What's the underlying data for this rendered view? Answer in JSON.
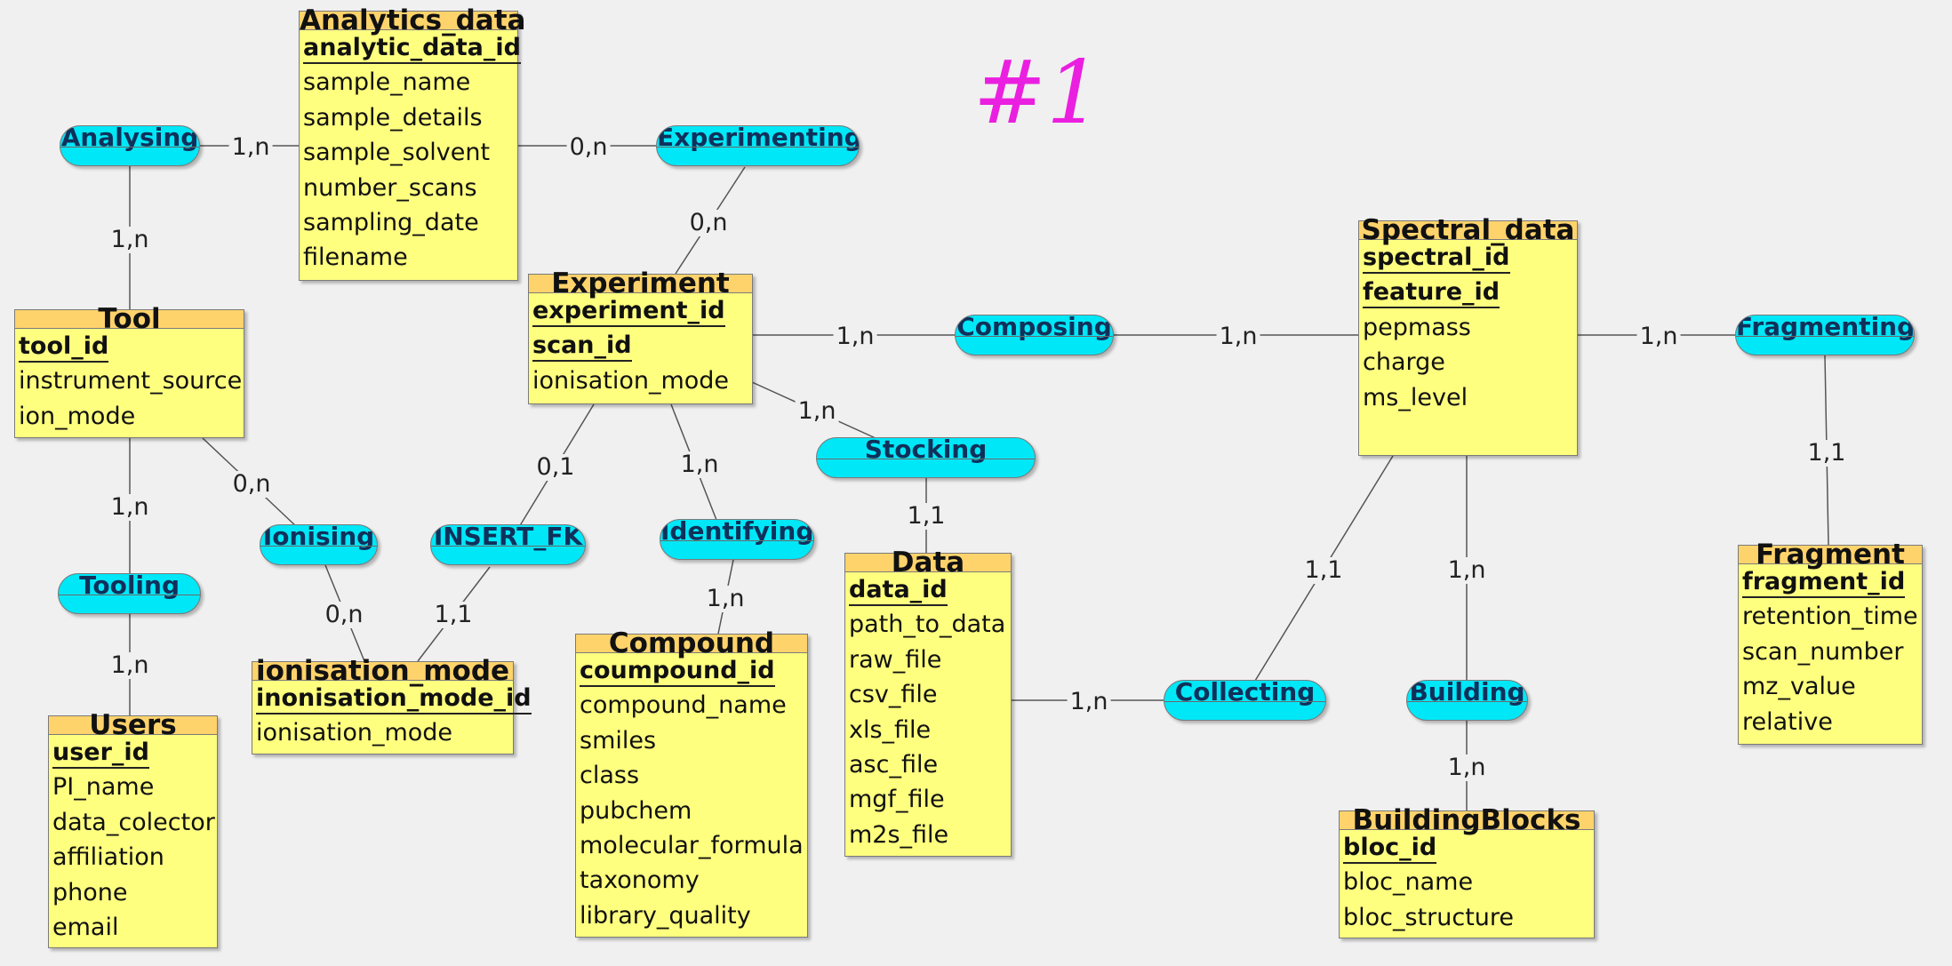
{
  "annotation": "#1",
  "entities": {
    "analytics_data": {
      "title": "Analytics_data",
      "keys": [
        "analytic_data_id"
      ],
      "attrs": [
        "sample_name",
        "sample_details",
        "sample_solvent",
        "number_scans",
        "sampling_date",
        "filename"
      ]
    },
    "experiment": {
      "title": "Experiment",
      "keys": [
        "experiment_id",
        "scan_id"
      ],
      "attrs": [
        "ionisation_mode"
      ]
    },
    "tool": {
      "title": "Tool",
      "keys": [
        "tool_id"
      ],
      "attrs": [
        "instrument_source",
        "ion_mode"
      ]
    },
    "users": {
      "title": "Users",
      "keys": [
        "user_id"
      ],
      "attrs": [
        "PI_name",
        "data_colector",
        "affiliation",
        "phone",
        "email"
      ]
    },
    "ionisation_mode": {
      "title": "ionisation_mode",
      "keys": [
        "inonisation_mode_id"
      ],
      "attrs": [
        "ionisation_mode"
      ]
    },
    "compound": {
      "title": "Compound",
      "keys": [
        "coumpound_id"
      ],
      "attrs": [
        "compound_name",
        "smiles",
        "class",
        "pubchem",
        "molecular_formula",
        "taxonomy",
        "library_quality"
      ]
    },
    "data": {
      "title": "Data",
      "keys": [
        "data_id"
      ],
      "attrs": [
        "path_to_data",
        "raw_file",
        "csv_file",
        "xls_file",
        "asc_file",
        "mgf_file",
        "m2s_file"
      ]
    },
    "spectral_data": {
      "title": "Spectral_data",
      "keys": [
        "spectral_id",
        "feature_id"
      ],
      "attrs": [
        "pepmass",
        "charge",
        "ms_level"
      ]
    },
    "fragment": {
      "title": "Fragment",
      "keys": [
        "fragment_id"
      ],
      "attrs": [
        "retention_time",
        "scan_number",
        "mz_value",
        "relative"
      ]
    },
    "building_blocks": {
      "title": "BuildingBlocks",
      "keys": [
        "bloc_id"
      ],
      "attrs": [
        "bloc_name",
        "bloc_structure"
      ]
    }
  },
  "associations": {
    "analysing": "Analysing",
    "experimenting": "Experimenting",
    "tooling": "Tooling",
    "ionising": "Ionising",
    "insert_fk": "INSERT_FK",
    "identifying": "Identifying",
    "stocking": "Stocking",
    "composing": "Composing",
    "collecting": "Collecting",
    "building": "Building",
    "fragmenting": "Fragmenting"
  },
  "cardinalities": {
    "analysing_analytics": "1,n",
    "analysing_tool": "1,n",
    "experimenting_analytics": "0,n",
    "experimenting_experiment": "0,n",
    "tooling_tool": "1,n",
    "tooling_users": "1,n",
    "ionising_tool": "0,n",
    "ionising_mode": "0,n",
    "insertfk_experiment": "0,1",
    "insertfk_mode": "1,1",
    "identifying_experiment": "1,n",
    "identifying_compound": "1,n",
    "stocking_experiment": "1,n",
    "stocking_data": "1,1",
    "composing_experiment": "1,n",
    "composing_spectral": "1,n",
    "collecting_data": "1,n",
    "collecting_spectral": "1,1",
    "building_spectral": "1,n",
    "building_blocks": "1,n",
    "fragmenting_spectral": "1,n",
    "fragmenting_fragment": "1,1"
  }
}
